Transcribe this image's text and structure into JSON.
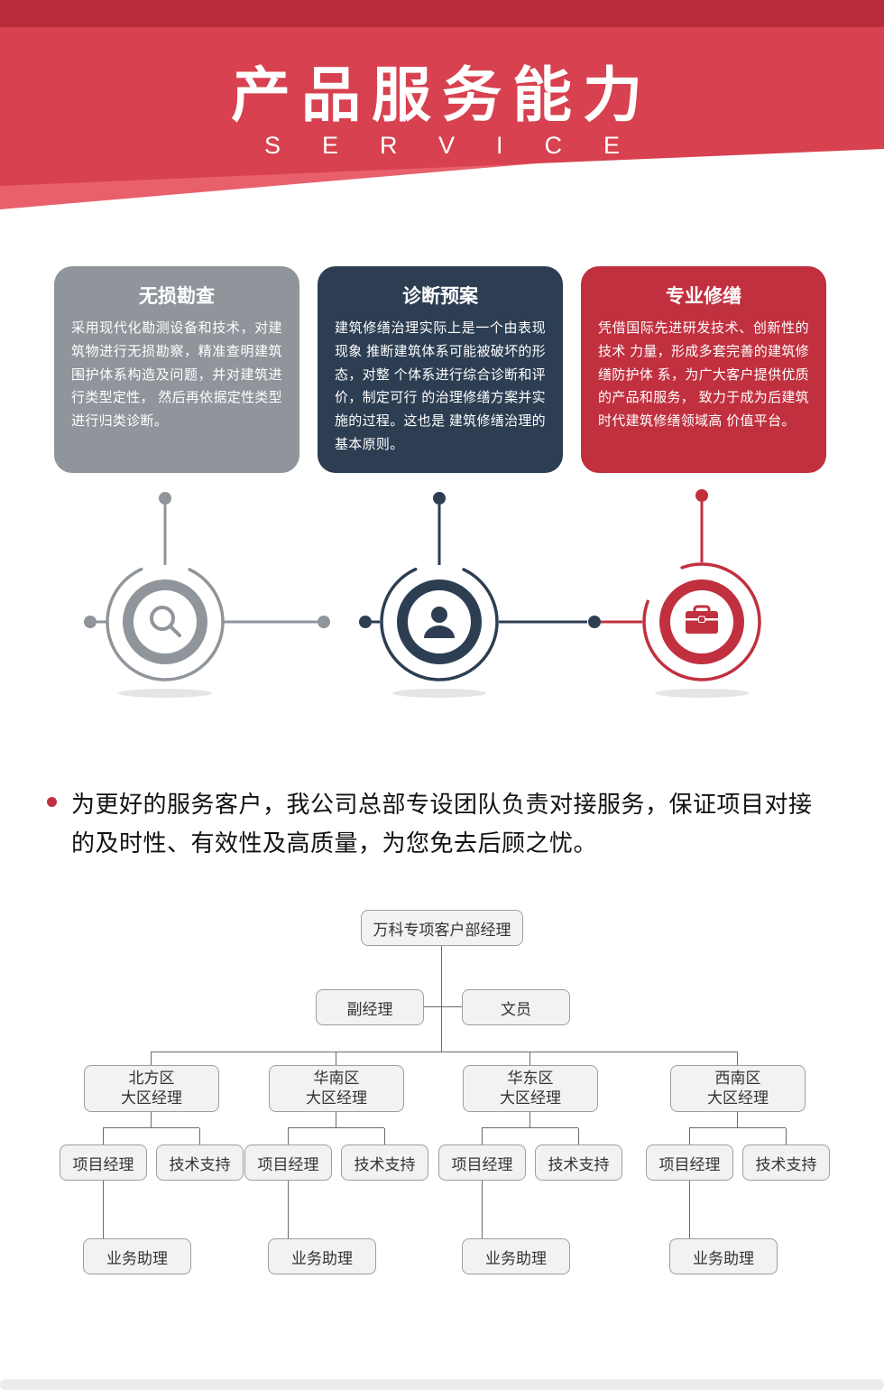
{
  "header": {
    "title": "产品服务能力",
    "subtitle": "SERVICE"
  },
  "colors": {
    "hero_red": "#d8414f",
    "hero_dark_red": "#b92b3a",
    "card_gray": "#8f959b",
    "card_navy": "#2d3e53",
    "card_red": "#c1303f"
  },
  "cards": [
    {
      "title": "无损勘查",
      "body": "采用现代化勘测设备和技术，对建筑物进行无损勘察，精准查明建筑围护体系构造及问题，并对建筑进行类型定性， 然后再依据定性类型进行归类诊断。",
      "icon": "magnifier-icon"
    },
    {
      "title": "诊断预案",
      "body": "建筑修缮治理实际上是一个由表现现象 推断建筑体系可能被破坏的形态，对整 个体系进行综合诊断和评价，制定可行 的治理修缮方案并实施的过程。这也是 建筑修缮治理的基本原则。",
      "icon": "person-icon"
    },
    {
      "title": "专业修缮",
      "body": "凭借国际先进研发技术、创新性的技术 力量，形成多套完善的建筑修缮防护体 系，为广大客户提供优质的产品和服务， 致力于成为后建筑时代建筑修缮领域高 价值平台。",
      "icon": "briefcase-icon"
    }
  ],
  "intro": {
    "text": "为更好的服务客户，我公司总部专设团队负责对接服务，保证项目对接的及时性、有效性及高质量，为您免去后顾之忧。"
  },
  "org": {
    "root": "万科专项客户部经理",
    "deputy": "副经理",
    "clerk": "文员",
    "labels": {
      "pm": "项目经理",
      "tech": "技术支持",
      "assistant": "业务助理"
    },
    "regions": [
      {
        "line1": "北方区",
        "line2": "大区经理"
      },
      {
        "line1": "华南区",
        "line2": "大区经理"
      },
      {
        "line1": "华东区",
        "line2": "大区经理"
      },
      {
        "line1": "西南区",
        "line2": "大区经理"
      }
    ]
  }
}
